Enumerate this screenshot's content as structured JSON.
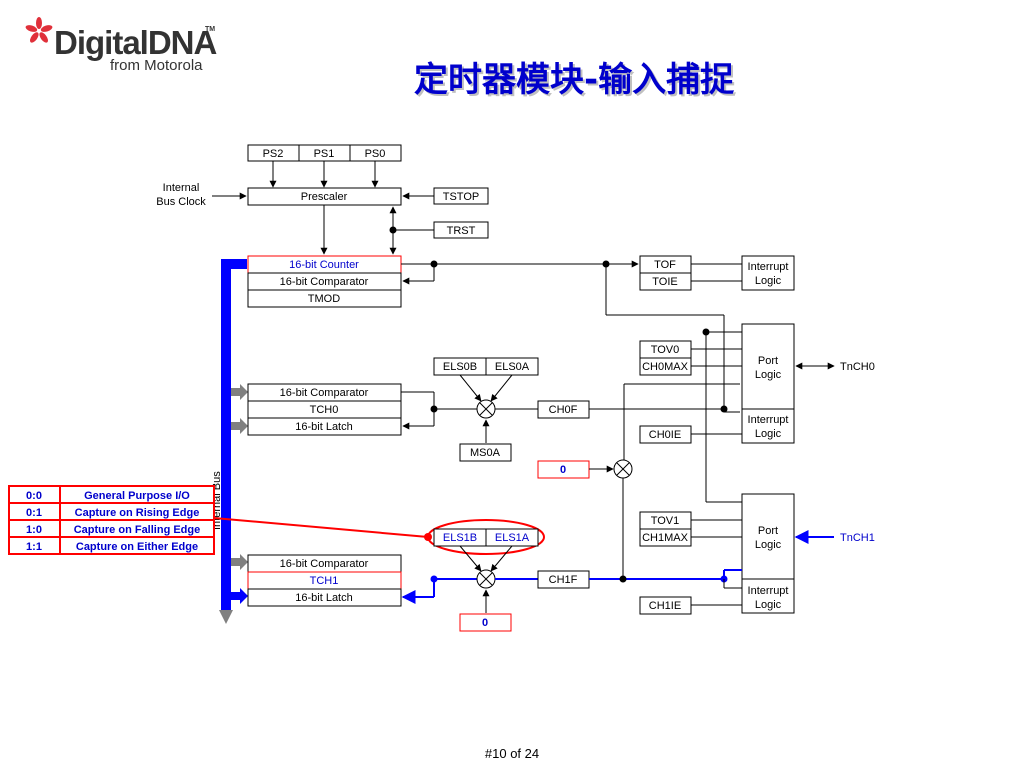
{
  "logo": {
    "brand": "DigitalDNA",
    "tm": "TM",
    "sub": "from Motorola"
  },
  "title": "定时器模块-输入捕捉",
  "footer": "#10 of 24",
  "colors": {
    "blue": "#0000ff",
    "red": "#ff0000",
    "dark_blue": "#0000cc",
    "grey": "#808080",
    "black": "#000000"
  },
  "diagram": {
    "internal_bus_clock": [
      "Internal",
      "Bus Clock"
    ],
    "ps2": "PS2",
    "ps1": "PS1",
    "ps0": "PS0",
    "prescaler": "Prescaler",
    "tstop": "TSTOP",
    "trst": "TRST",
    "counter": "16-bit Counter",
    "comparator": "16-bit Comparator",
    "tmod": "TMOD",
    "tof": "TOF",
    "toie": "TOIE",
    "interrupt_logic": [
      "Interrupt",
      "Logic"
    ],
    "port_logic": [
      "Port",
      "Logic"
    ],
    "tov0": "TOV0",
    "ch0max": "CH0MAX",
    "tnch0": "TnCH0",
    "els0b": "ELS0B",
    "els0a": "ELS0A",
    "tch0": "TCH0",
    "latch": "16-bit Latch",
    "ch0f": "CH0F",
    "ch0ie": "CH0IE",
    "ms0a": "MS0A",
    "zero": "0",
    "internal_bus": "Internal Bus",
    "tov1": "TOV1",
    "ch1max": "CH1MAX",
    "tnch1": "TnCH1",
    "els1b": "ELS1B",
    "els1a": "ELS1A",
    "tch1": "TCH1",
    "ch1f": "CH1F",
    "ch1ie": "CH1IE",
    "edge_table": [
      {
        "code": "0:0",
        "desc": "General Purpose I/O"
      },
      {
        "code": "0:1",
        "desc": "Capture on Rising Edge"
      },
      {
        "code": "1:0",
        "desc": "Capture on Falling Edge"
      },
      {
        "code": "1:1",
        "desc": "Capture on Either Edge"
      }
    ]
  }
}
